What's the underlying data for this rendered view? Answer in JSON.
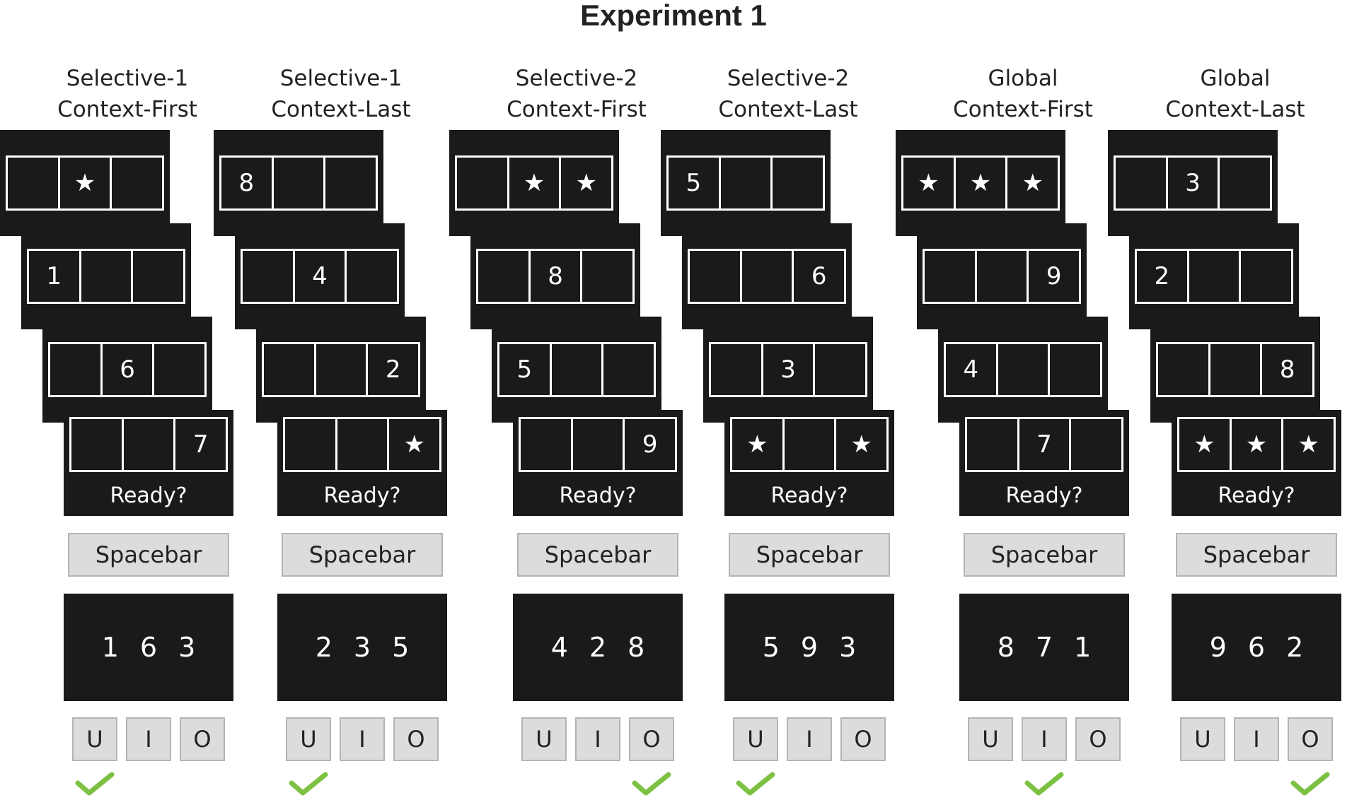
{
  "title": "Experiment 1",
  "ready_label": "Ready?",
  "spacebar_label": "Spacebar",
  "key_labels": [
    "U",
    "I",
    "O"
  ],
  "colors": {
    "screen": "#1a1a1a",
    "key": "#dcdcdc",
    "check": "#7cc142"
  },
  "conditions": [
    {
      "line1": "Selective-1",
      "line2": "Context-First",
      "screens": [
        [
          "",
          "★",
          ""
        ],
        [
          "1",
          "",
          ""
        ],
        [
          "",
          "6",
          ""
        ],
        [
          "",
          "",
          "7"
        ]
      ],
      "response": [
        "1",
        "6",
        "3"
      ],
      "correct_key": 0
    },
    {
      "line1": "Selective-1",
      "line2": "Context-Last",
      "screens": [
        [
          "8",
          "",
          ""
        ],
        [
          "",
          "4",
          ""
        ],
        [
          "",
          "",
          "2"
        ],
        [
          "",
          "",
          "★"
        ]
      ],
      "response": [
        "2",
        "3",
        "5"
      ],
      "correct_key": 0
    },
    {
      "line1": "Selective-2",
      "line2": "Context-First",
      "screens": [
        [
          "",
          "★",
          "★"
        ],
        [
          "",
          "8",
          ""
        ],
        [
          "5",
          "",
          ""
        ],
        [
          "",
          "",
          "9"
        ]
      ],
      "response": [
        "4",
        "2",
        "8"
      ],
      "correct_key": 2
    },
    {
      "line1": "Selective-2",
      "line2": "Context-Last",
      "screens": [
        [
          "5",
          "",
          ""
        ],
        [
          "",
          "",
          "6"
        ],
        [
          "",
          "3",
          ""
        ],
        [
          "★",
          "",
          "★"
        ]
      ],
      "response": [
        "5",
        "9",
        "3"
      ],
      "correct_key": 0
    },
    {
      "line1": "Global",
      "line2": "Context-First",
      "screens": [
        [
          "★",
          "★",
          "★"
        ],
        [
          "",
          "",
          "9"
        ],
        [
          "4",
          "",
          ""
        ],
        [
          "",
          "7",
          ""
        ]
      ],
      "response": [
        "8",
        "7",
        "1"
      ],
      "correct_key": 1
    },
    {
      "line1": "Global",
      "line2": "Context-Last",
      "screens": [
        [
          "",
          "3",
          ""
        ],
        [
          "2",
          "",
          ""
        ],
        [
          "",
          "",
          "8"
        ],
        [
          "★",
          "★",
          "★"
        ]
      ],
      "response": [
        "9",
        "6",
        "2"
      ],
      "correct_key": 2
    }
  ]
}
